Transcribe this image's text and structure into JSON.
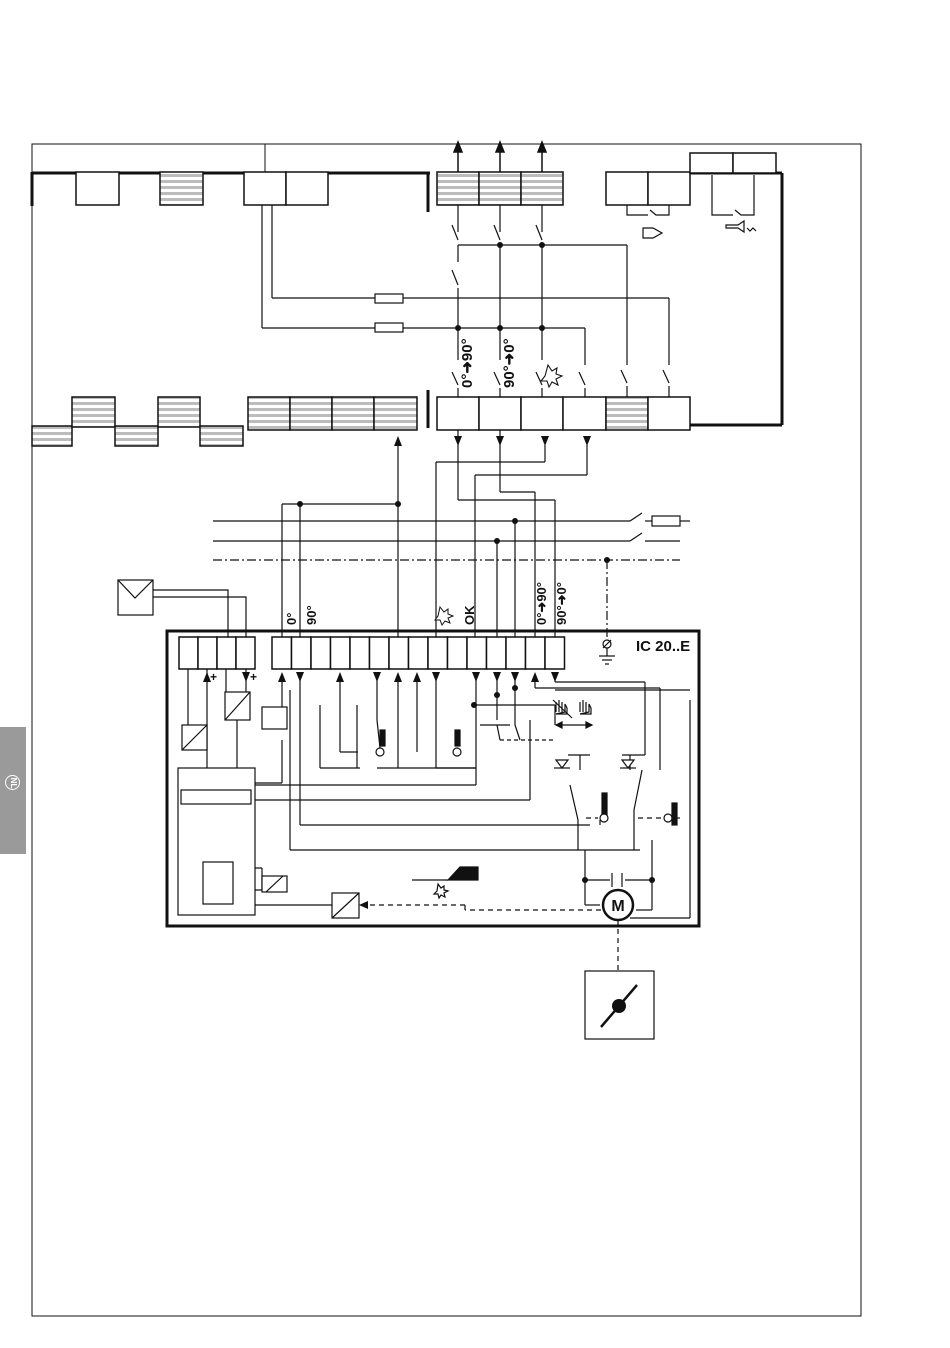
{
  "side_tab": {
    "text": "NL",
    "color": "#9a9a9a"
  },
  "controller": {
    "model": "IC 20..E"
  },
  "terminal_labels": {
    "deg_0": "0°",
    "deg_90": "90°",
    "ok": "OK",
    "open_0_90": "0°➜90°",
    "close_90_0": "90°➜0°",
    "plus": "+"
  },
  "motor": {
    "symbol": "M"
  },
  "colors": {
    "line": "#111111",
    "gray_terminal": "#b8b8b8",
    "tab": "#9a9a9a"
  }
}
